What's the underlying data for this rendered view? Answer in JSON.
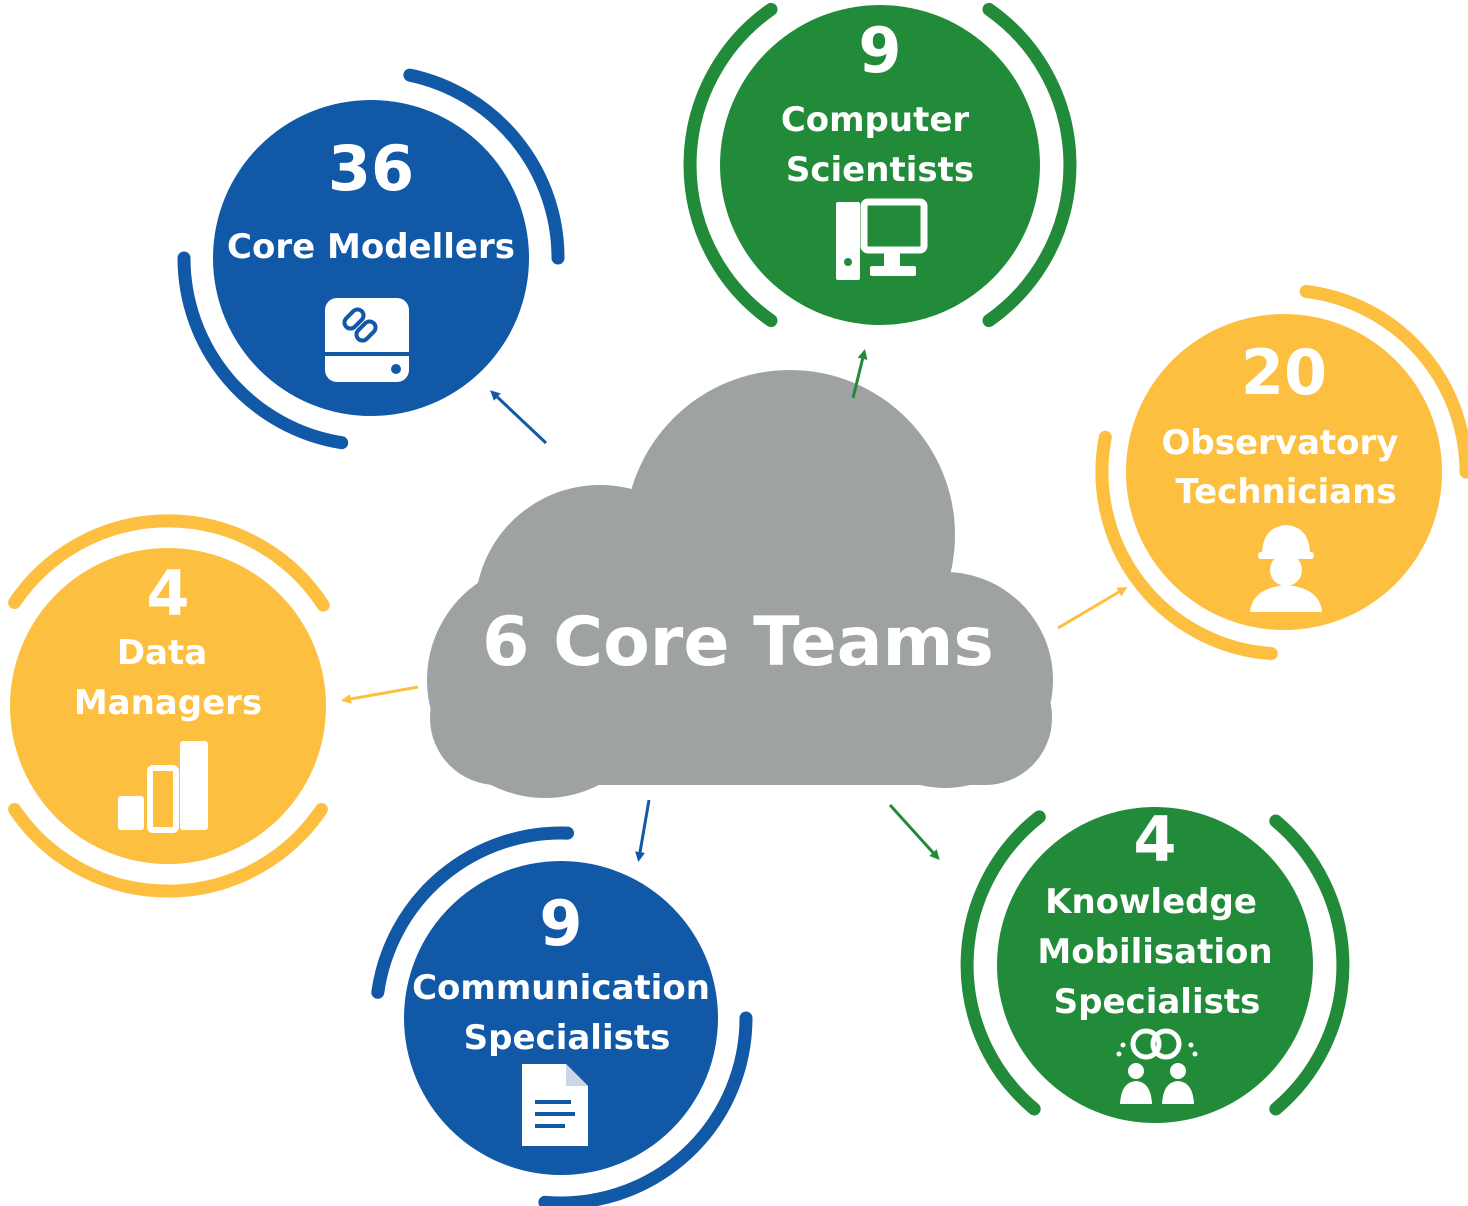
{
  "center": {
    "title": "6 Core Teams",
    "color": "#9EA2A3"
  },
  "colors": {
    "blue": "#1158A6",
    "green": "#228B3A",
    "yellow": "#FDBF3F"
  },
  "teams": [
    {
      "count": "36",
      "line1": "Core Modellers",
      "line2": "",
      "icon": "linked-drive-icon",
      "color": "blue"
    },
    {
      "count": "9",
      "line1": "Computer",
      "line2": "Scientists",
      "icon": "desktop-computer-icon",
      "color": "green"
    },
    {
      "count": "20",
      "line1": "Observatory",
      "line2": "Technicians",
      "icon": "technician-hardhat-icon",
      "color": "yellow"
    },
    {
      "count": "4",
      "line1": "Data",
      "line2": "Managers",
      "icon": "bar-chart-icon",
      "color": "yellow"
    },
    {
      "count": "9",
      "line1": "Communication",
      "line2": "Specialists",
      "icon": "document-icon",
      "color": "blue"
    },
    {
      "count": "4",
      "line1": "Knowledge",
      "line2": "Mobilisation",
      "line3": "Specialists",
      "icon": "discussion-people-icon",
      "color": "green"
    }
  ]
}
